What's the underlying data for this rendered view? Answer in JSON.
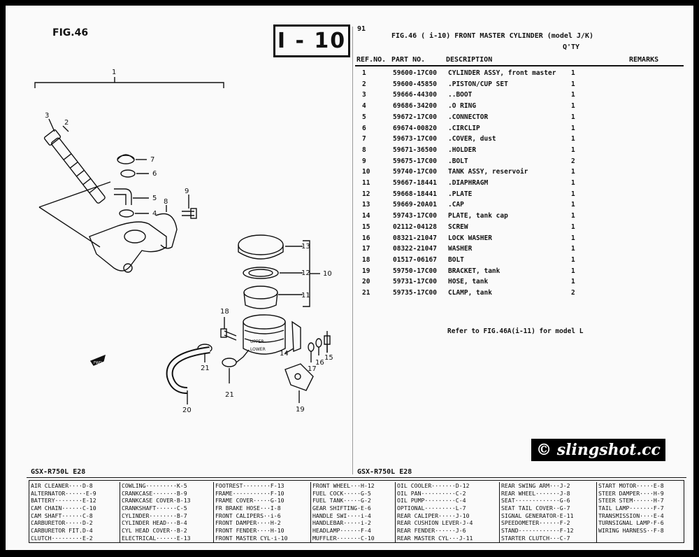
{
  "figure": {
    "label": "FIG.46",
    "page_box": "I - 10",
    "page_number": "91"
  },
  "parts_list": {
    "title": "FIG.46 (  i-10) FRONT MASTER CYLINDER (model J/K)",
    "qty_header": "Q'TY",
    "columns": {
      "ref": "REF.NO.",
      "part": "PART NO.",
      "desc": "DESCRIPTION",
      "remarks": "REMARKS"
    },
    "rows": [
      {
        "ref": "1",
        "part": "59600-17C00",
        "desc": "CYLINDER ASSY, front master",
        "qty": "1"
      },
      {
        "ref": "2",
        "part": "59600-45850",
        "desc": ".PISTON/CUP SET",
        "qty": "1"
      },
      {
        "ref": "3",
        "part": "59666-44300",
        "desc": "..BOOT",
        "qty": "1"
      },
      {
        "ref": "4",
        "part": "69686-34200",
        "desc": ".O RING",
        "qty": "1"
      },
      {
        "ref": "5",
        "part": "59672-17C00",
        "desc": ".CONNECTOR",
        "qty": "1"
      },
      {
        "ref": "6",
        "part": "69674-00820",
        "desc": ".CIRCLIP",
        "qty": "1"
      },
      {
        "ref": "7",
        "part": "59673-17C00",
        "desc": ".COVER, dust",
        "qty": "1"
      },
      {
        "ref": "8",
        "part": "59671-36500",
        "desc": ".HOLDER",
        "qty": "1"
      },
      {
        "ref": "9",
        "part": "59675-17C00",
        "desc": ".BOLT",
        "qty": "2"
      },
      {
        "ref": "10",
        "part": "59740-17C00",
        "desc": "TANK ASSY, reservoir",
        "qty": "1"
      },
      {
        "ref": "11",
        "part": "59667-18441",
        "desc": ".DIAPHRAGM",
        "qty": "1"
      },
      {
        "ref": "12",
        "part": "59668-18441",
        "desc": ".PLATE",
        "qty": "1"
      },
      {
        "ref": "13",
        "part": "59669-20A01",
        "desc": ".CAP",
        "qty": "1"
      },
      {
        "ref": "14",
        "part": "59743-17C00",
        "desc": "PLATE, tank cap",
        "qty": "1"
      },
      {
        "ref": "15",
        "part": "02112-04128",
        "desc": "SCREW",
        "qty": "1"
      },
      {
        "ref": "16",
        "part": "08321-21047",
        "desc": "LOCK WASHER",
        "qty": "1"
      },
      {
        "ref": "17",
        "part": "08322-21047",
        "desc": "WASHER",
        "qty": "1"
      },
      {
        "ref": "18",
        "part": "01517-06167",
        "desc": "BOLT",
        "qty": "1"
      },
      {
        "ref": "19",
        "part": "59750-17C00",
        "desc": "BRACKET, tank",
        "qty": "1"
      },
      {
        "ref": "20",
        "part": "59731-17C00",
        "desc": "HOSE, tank",
        "qty": "1"
      },
      {
        "ref": "21",
        "part": "59735-17C00",
        "desc": "CLAMP, tank",
        "qty": "2"
      }
    ],
    "note": "Refer to FIG.46A(i-11) for model L"
  },
  "diagram": {
    "callouts": [
      "1",
      "2",
      "3",
      "4",
      "5",
      "6",
      "7",
      "8",
      "9",
      "10",
      "11",
      "12",
      "13",
      "14",
      "15",
      "16",
      "17",
      "18",
      "19",
      "20",
      "21",
      "21"
    ],
    "reservoir_marks": [
      "UPPER",
      "LOWER"
    ],
    "direction_label": "FWD"
  },
  "model_codes": {
    "left": "GSX-R750L E28",
    "right": "GSX-R750L E28"
  },
  "watermark": "© slingshot.cc",
  "index": [
    [
      "AIR CLEANER····D-8",
      "ALTERNATOR······E-9",
      "BATTERY········E-12",
      "CAM CHAIN······C-10",
      "CAM SHAFT······C-8",
      "CARBURETOR·····D-2",
      "CARBURETOR FIT.D-4",
      "CLUTCH·········E-2"
    ],
    [
      "COWLING·········K-5",
      "CRANKCASE·······B-9",
      "CRANKCASE COVER·B-13",
      "CRANKSHAFT······C-5",
      "CYLINDER········B-7",
      "CYLINDER HEAD···B-4",
      "CYL HEAD COVER··B-2",
      "ELECTRICAL······E-13"
    ],
    [
      "FOOTREST········F-13",
      "FRAME···········F-10",
      "FRAME COVER·····G-10",
      "FR BRAKE HOSE···I-8",
      "FRONT CALIPERS··i-6",
      "FRONT DAMPER····H-2",
      "FRONT FENDER····H-10",
      "FRONT MASTER CYL·i-10"
    ],
    [
      "FRONT WHEEL···H-12",
      "FUEL COCK·····G-5",
      "FUEL TANK·····G-2",
      "GEAR SHIFTING·E-6",
      "HANDLE SWI····i-4",
      "HANDLEBAR·····i-2",
      "HEADLAMP······F-4",
      "MUFFLER·······C-10"
    ],
    [
      "OIL COOLER·······D-12",
      "OIL PAN··········C-2",
      "OIL PUMP·········C-4",
      "OPTIONAL·········L-7",
      "REAR CALIPER·····J-10",
      "REAR CUSHION LEVER·J-4",
      "REAR FENDER······J-6",
      "REAR MASTER CYL···J-11"
    ],
    [
      "REAR SWING ARM···J-2",
      "REAR WHEEL·······J-8",
      "SEAT·············G-6",
      "SEAT TAIL COVER··G-7",
      "SIGNAL GENERATOR·E-11",
      "SPEEDOMETER······F-2",
      "STAND············F-12",
      "STARTER CLUTCH···C-7"
    ],
    [
      "START MOTOR·····E-8",
      "STEER DAMPER····H-9",
      "STEER STEM······H-7",
      "TAIL LAMP·······F-7",
      "TRANSMISSION····E-4",
      "TURNSIGNAL LAMP·F-6",
      "WIRING HARNESS··F-8",
      ""
    ]
  ]
}
